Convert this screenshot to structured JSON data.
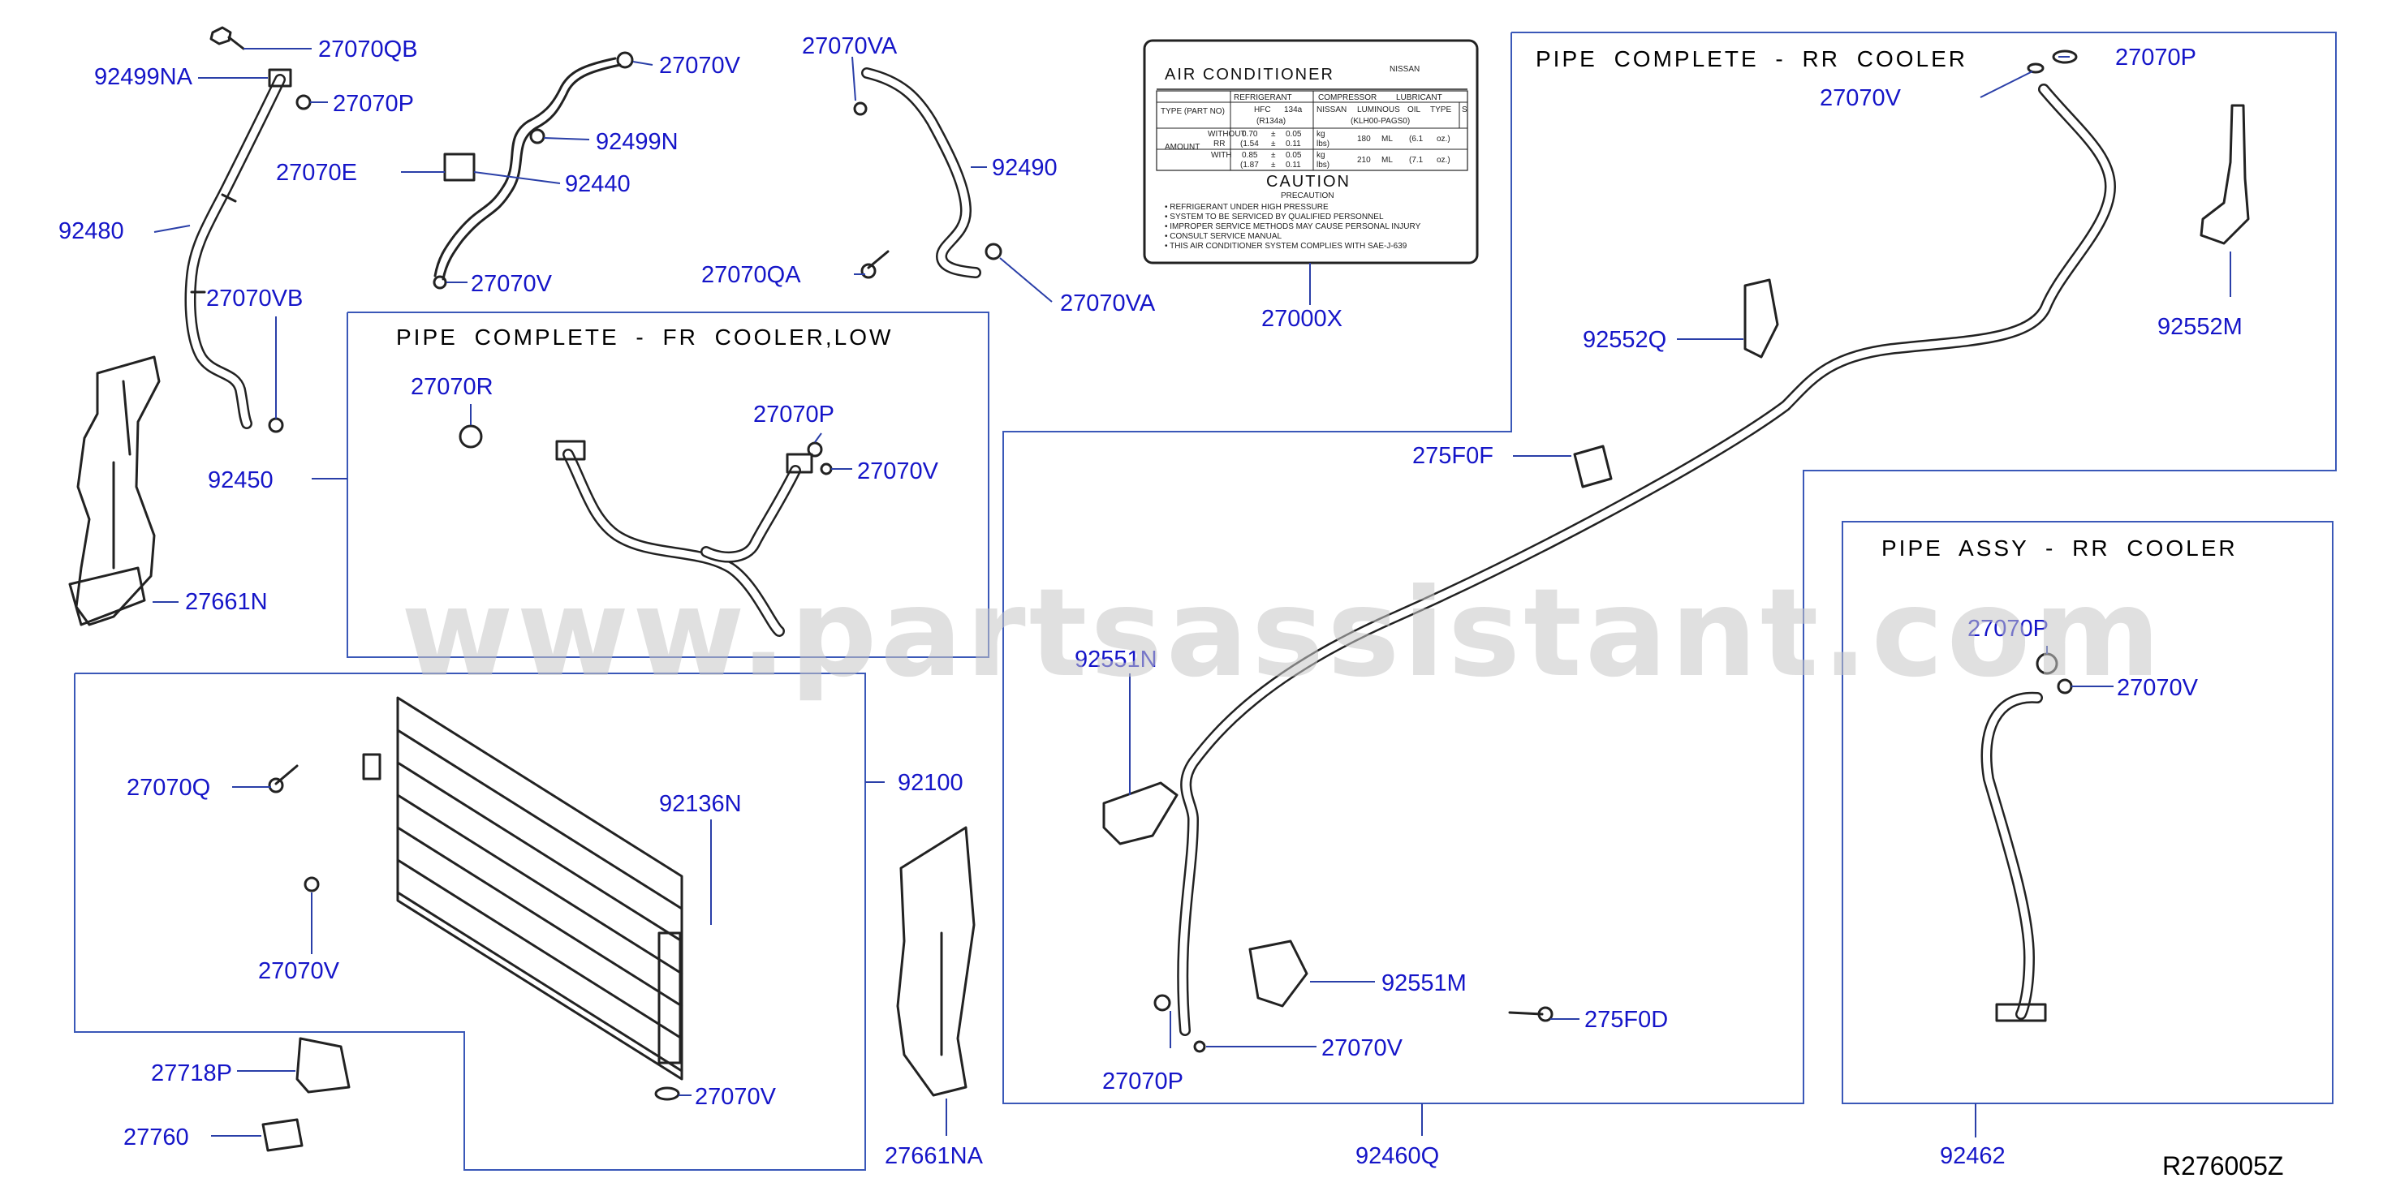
{
  "watermark": "www.partsassistant.com",
  "reference": "R276005Z",
  "titles": {
    "fr_low": "PIPE COMPLETE - FR COOLER,LOW",
    "rr_complete": "PIPE COMPLETE - RR COOLER",
    "rr_assy": "PIPE ASSY - RR COOLER"
  },
  "ac_label": {
    "heading": "AIR CONDITIONER",
    "brand": "NISSAN",
    "col_refrigerant": "REFRIGERANT",
    "col_compressor": "COMPRESSOR",
    "col_lubricant": "LUBRICANT",
    "type_part_no": "TYPE (PART NO)",
    "hfc": "HFC",
    "r134a_code": "134a",
    "r134a_name": "(R134a)",
    "nissan": "NISSAN",
    "luminous": "LUMINOUS",
    "oil": "OIL",
    "type": "TYPE",
    "s_col": "S",
    "kliho": "(KLH00-PAGS0)",
    "amount": "AMOUNT",
    "row1_a": "WITHOUT",
    "row1_b": "RR",
    "row1_kg": "0.70",
    "row1_kg_tol": "0.05",
    "row1_lb": "(1.54",
    "row1_lb_tol": "0.11",
    "row1_ml": "180",
    "row1_oz": "(6.1",
    "row2_a": "WITH",
    "row2_kg": "0.85",
    "row2_kg_tol": "0.05",
    "row2_lb": "(1.87",
    "row2_lb_tol": "0.11",
    "row2_ml": "210",
    "row2_oz": "(7.1",
    "pm": "±",
    "kg": "kg",
    "lbs": "lbs)",
    "ml": "ML",
    "oz": "oz.)",
    "caution": "CAUTION",
    "precaution": "PRECAUTION",
    "lines": [
      "• REFRIGERANT UNDER HIGH PRESSURE",
      "• SYSTEM TO BE SERVICED BY QUALIFIED PERSONNEL",
      "• IMPROPER SERVICE METHODS MAY CAUSE PERSONAL INJURY",
      "• CONSULT SERVICE MANUAL",
      "• THIS AIR CONDITIONER SYSTEM COMPLIES WITH SAE-J-639"
    ]
  },
  "labels": {
    "c27070QB": "27070QB",
    "c92499NA": "92499NA",
    "c27070P_a": "27070P",
    "c92480": "92480",
    "c27070VB": "27070VB",
    "c92450": "92450",
    "c27661N": "27661N",
    "c27070V_a": "27070V",
    "c92499N": "92499N",
    "c27070E": "27070E",
    "c92440": "92440",
    "c27070V_b": "27070V",
    "c27070VA_a": "27070VA",
    "c92490": "92490",
    "c27070QA": "27070QA",
    "c27070VA_b": "27070VA",
    "c27000X": "27000X",
    "c27070R": "27070R",
    "c27070P_b": "27070P",
    "c27070V_c": "27070V",
    "c27070Q": "27070Q",
    "c92136N": "92136N",
    "c92100": "92100",
    "c27070V_d": "27070V",
    "c27070V_e": "27070V",
    "c27718P": "27718P",
    "c27760": "27760",
    "c27661NA": "27661NA",
    "c27070P_c": "27070P",
    "c27070V_f": "27070V",
    "c92552Q": "92552Q",
    "c92552M": "92552M",
    "c275F0F": "275F0F",
    "c92551N": "92551N",
    "c92551M": "92551M",
    "c275F0D": "275F0D",
    "c27070P_d": "27070P",
    "c27070V_g": "27070V",
    "c92460Q": "92460Q",
    "c27070P_e": "27070P",
    "c27070V_h": "27070V",
    "c92462": "92462"
  }
}
